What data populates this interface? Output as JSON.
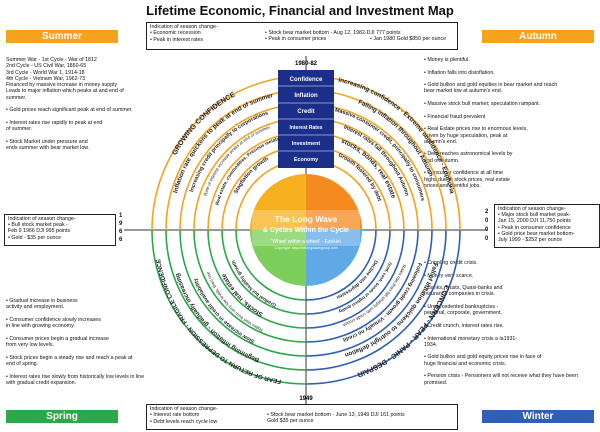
{
  "title": "Lifetime Economic, Financial and Investment Map",
  "seasons": {
    "summer": {
      "label": "Summer",
      "color": "#f5a21c"
    },
    "autumn": {
      "label": "Autumn",
      "color": "#f5a21c"
    },
    "spring": {
      "label": "Spring",
      "color": "#2aa84a"
    },
    "winter": {
      "label": "Winter",
      "color": "#2f5fb6"
    }
  },
  "top_box": {
    "left": "Indication of season change-\n• Economic recession\n• Peak in interest rates",
    "mid": "• Stock bear market bottom - Aug 12, 1982-DJI 777 points\n• Peak in consumer prices",
    "right": "\n• Jan 1980 Gold $850 per ounce"
  },
  "bottom_box": {
    "left": "Indication of season change-\n• Interest rate bottom\n• Debt levels reach cycle low",
    "right": "• Stock bear market bottom - June 13, 1949 DJI 161 points\n  Gold $35 per ounce"
  },
  "years": {
    "top": "1980-82",
    "bottom": "1949",
    "left_digits": [
      "1",
      "9",
      "6",
      "6"
    ],
    "right_digits": [
      "2",
      "0",
      "0",
      "0"
    ]
  },
  "left_box": "Indication of season change-\n• Bull stock market peak -\n  Feb 9 1966 DJI 995 points\n• Gold - $35 per ounce",
  "right_box": "Indication of season change-\n• Major stock bull market peak-\n  Jan 15, 2000 DJI 11,750 points\n• Peak in consumer confidence\n• Gold price bear market bottom-\n  July 1999 - $252 per ounce",
  "summer_notes": "Summer War - 1st Cycle - War of 1812\n                    2nd Cycle - US Civil War, 1860-65\n                    3rd Cycle - World War 1, 1914-18\n                    4th Cycle - Vietnam War, 1962-73\nFinanced by massive increase in money supply\nLeads to major inflation which peaks at and end of\nsummer.\n\n• Gold prices reach significant peak at end of summer.\n\n• Interest rates rise rapidly to peak at end\n  of summer.\n\n• Stock Market under pressure and\n  ends summer with bear market low.",
  "autumn_notes": "• Money is plentiful.\n\n• Inflation falls into disinflation.\n\n• Gold bullion and gold equities in bear market and reach\n  bear market low at autumn's end.\n\n• Massive stock bull market; speculation rampant.\n\n• Financial fraud prevalent\n\n• Real Estate prices rise to enormous levels,\n  driven by huge speculation, peak at\n  autumn's end.\n\n• Debt reaches astronomical levels by\n  end of autumn.\n\n• Consumer confidence at all time\n  highs due to stock prices, real estate\n  prices and plentiful jobs.",
  "spring_notes": "• Gradual increase in business\n  activity and employment.\n\n• Consumer confidence slowly increases\n  in line with growing economy.\n\n• Consumer prices begin a gradual increase\n  from very low levels.\n\n• Stock prices begin a steady rise and reach a  peak at\n  end of spring.\n\n• Interest rates rise slowly from historically low levels in line\n  with gradual credit expansion.",
  "winter_notes": "• Crippling credit crisis.\n\n• Money very scarce.\n\n• Banks, Trusts, Quasi-banks and\n  Insurance companies in crisis.\n\n• Unprecedented bankruptcies -\n  personal, corporate, government.\n\n• Credit crunch, interest rates rise.\n\n• International monetary crisis a la1931-\n  1934.\n\n• Gold bullion and gold equity prices rise in face of\n  huge financial and economic crisis.\n\n• Pension crisis - Pensioners will not receive what they have been\n  promised.",
  "wheel": {
    "center_title_1": "The Long Wave",
    "center_title_2": "& Cycles Within the Cycle",
    "center_sub": "'Wheel within a wheel' - Ezekiel",
    "center_copy": "Copyright: www.thelongwavegroup.com",
    "ladder": [
      "Confidence",
      "Inflation",
      "Credit",
      "Interest Rates",
      "Investment",
      "Economy"
    ],
    "outer_summer": "GROWING CONFIDENCE",
    "outer_autumn": "Increasing confidence - Extreme confidence - Euphoria",
    "outer_winter": "CONCERN - FEAR - PANIC - DESPAIR",
    "outer_spring": "FEAR OF RETURN TO DEPRESSION - FRAGILE CONFIDENCE",
    "ring2_summer": "Inflation rate quickens to peak at end of summer",
    "ring2_autumn": "Falling inflation throughout Autumn",
    "ring2_winter": "Fall of Inflation quickens to outright deflation",
    "ring2_spring": "Beginning inflation - gradually increasing",
    "ring3_summer": "Increasing credit principally to corporations",
    "ring3_autumn": "Massive consumer credit, principally to consumers",
    "ring3_winter": "Following credit growth - Virtually no credit",
    "ring3_spring": "Slow increase in credit availability",
    "ring4_summer": "Rate of interest increase peaks at end of summer",
    "ring4_autumn": "Interest rates fall throughout Autumn",
    "ring4_winter": "Rates rise then fall sharply with credit crunch",
    "ring4_spring": "Rates start from very low levels, then rise",
    "ring5_summer": "Real estate, commodities, Precious metals",
    "ring5_autumn": "stocks, bonds, real estate",
    "ring5_winter": "Gold, cash, bonds of highest quality",
    "ring5_spring": "Stocks, real estate",
    "ring6_summer": "Stagflation growth",
    "ring6_autumn": "Growth fostered by debt",
    "ring6_winter": "Decline into depression",
    "ring6_spring": "Gradual but healthy growth"
  }
}
